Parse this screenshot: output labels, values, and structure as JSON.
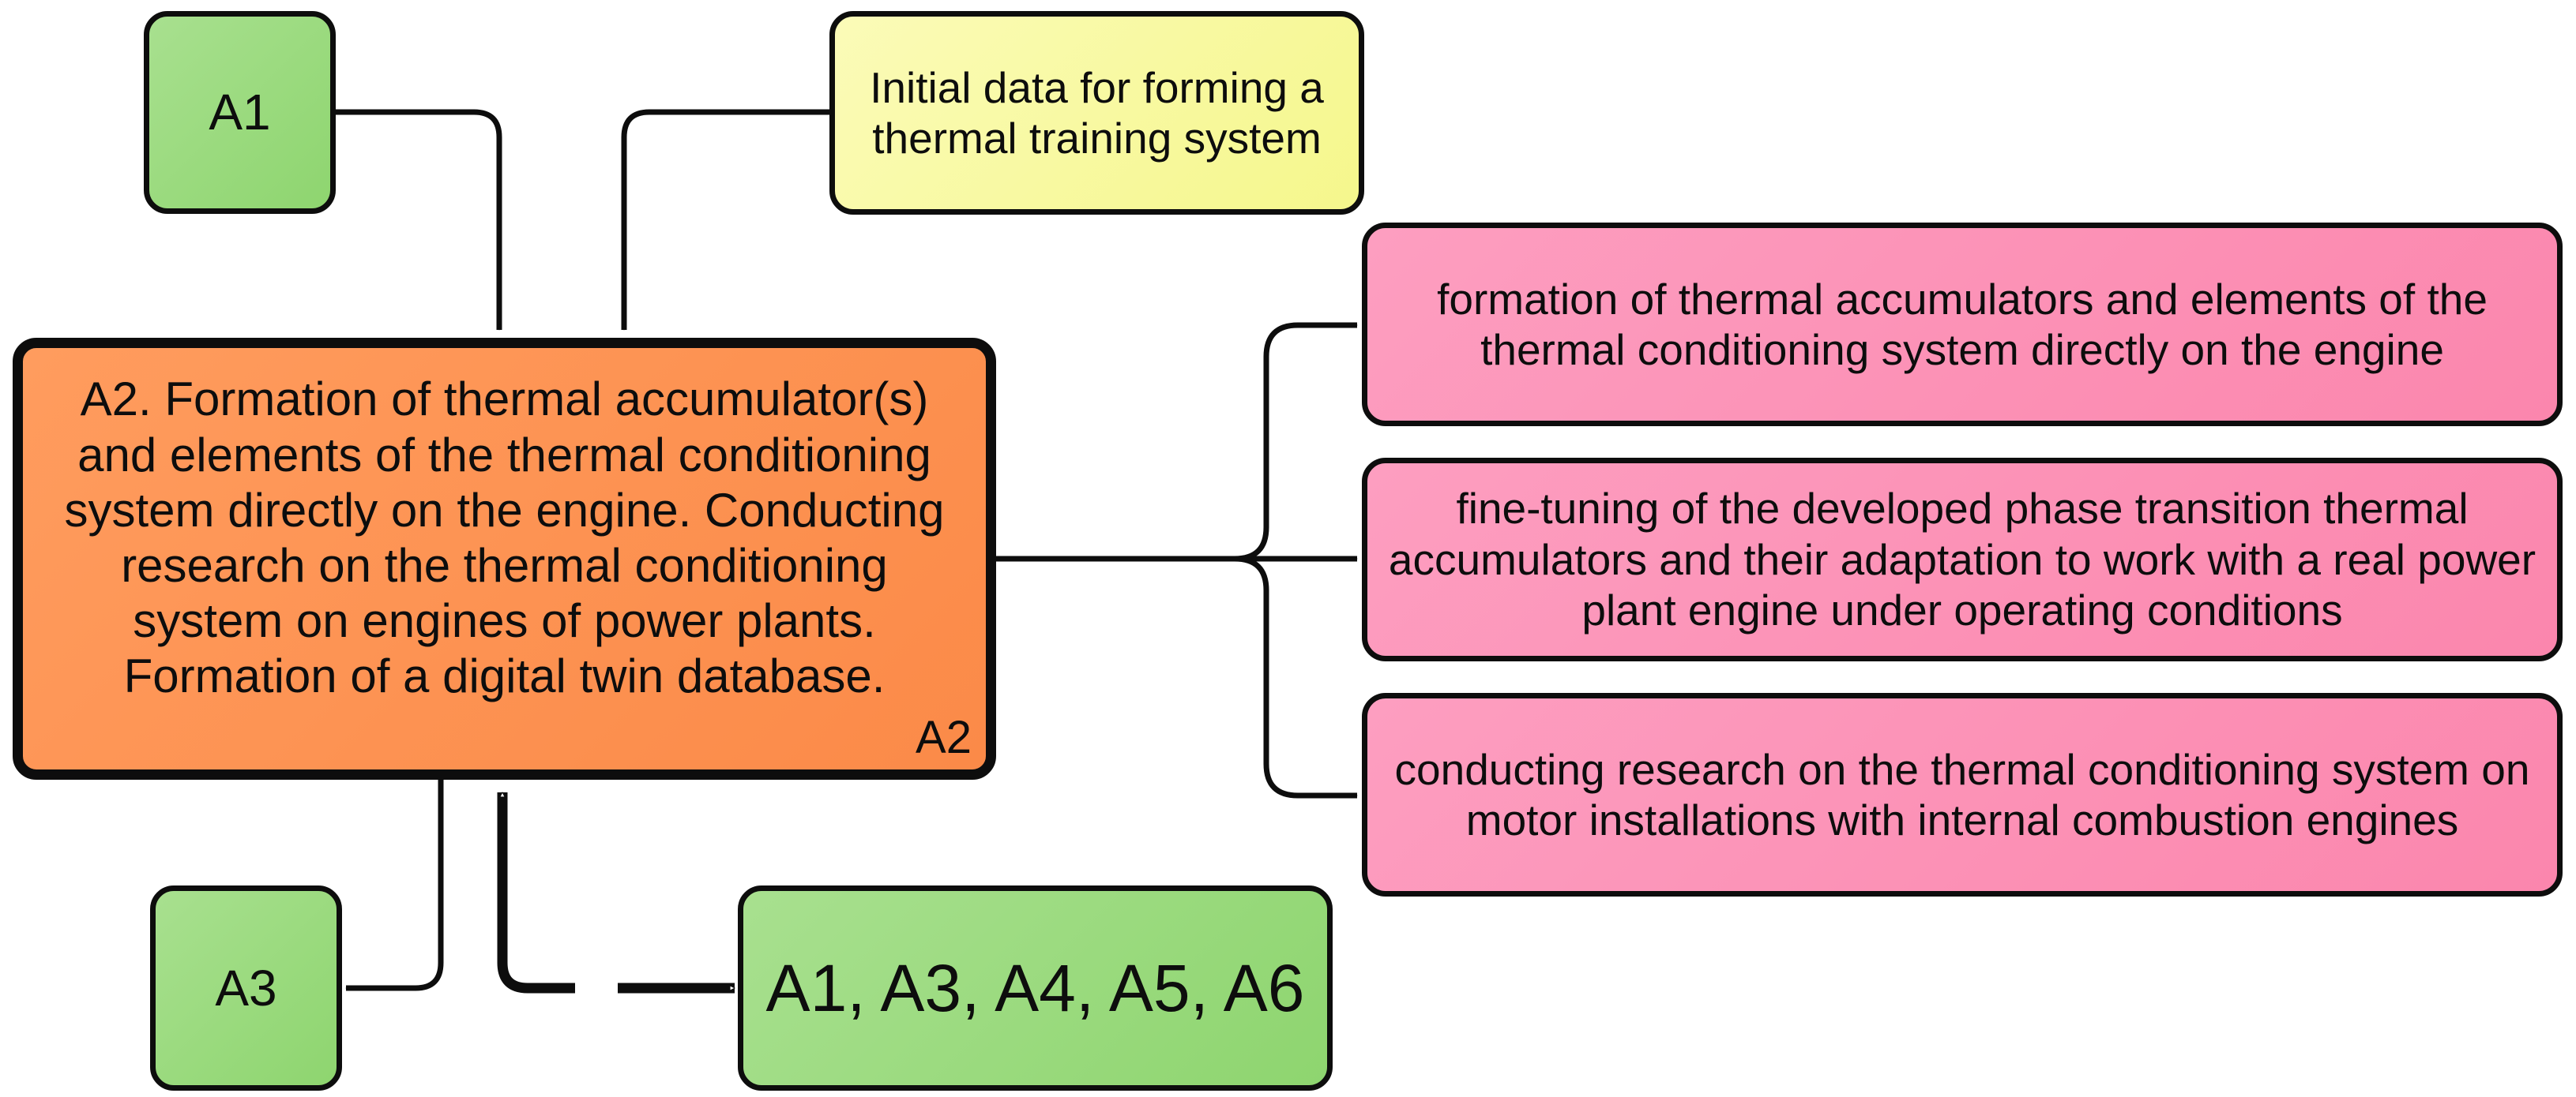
{
  "diagram": {
    "input_a1": {
      "label": "A1"
    },
    "input_data": {
      "text": "Initial data for forming a thermal training system"
    },
    "main_block": {
      "text": "A2. Formation of thermal accumulator(s) and elements of the thermal conditioning system directly on the engine. Conducting research on the thermal conditioning system on engines of power plants. Formation of a digital twin database.",
      "tag": "A2"
    },
    "outputs": [
      {
        "text": "formation of thermal accumulators and elements of the thermal conditioning system directly on the engine"
      },
      {
        "text": "fine-tuning of the developed phase transition thermal accumulators and their adaptation to work with a real power plant engine under operating conditions"
      },
      {
        "text": "conducting research on the thermal conditioning system on motor installations with internal combustion engines"
      }
    ],
    "output_a3": {
      "label": "A3"
    },
    "feedback_block": {
      "label": "A1, A3, A4, A5, A6"
    },
    "colors": {
      "green": "#9bdb7e",
      "yellow": "#f8f9a4",
      "orange": "#fd934f",
      "pink": "#fc93b6",
      "stroke": "#0d0d0d"
    }
  }
}
